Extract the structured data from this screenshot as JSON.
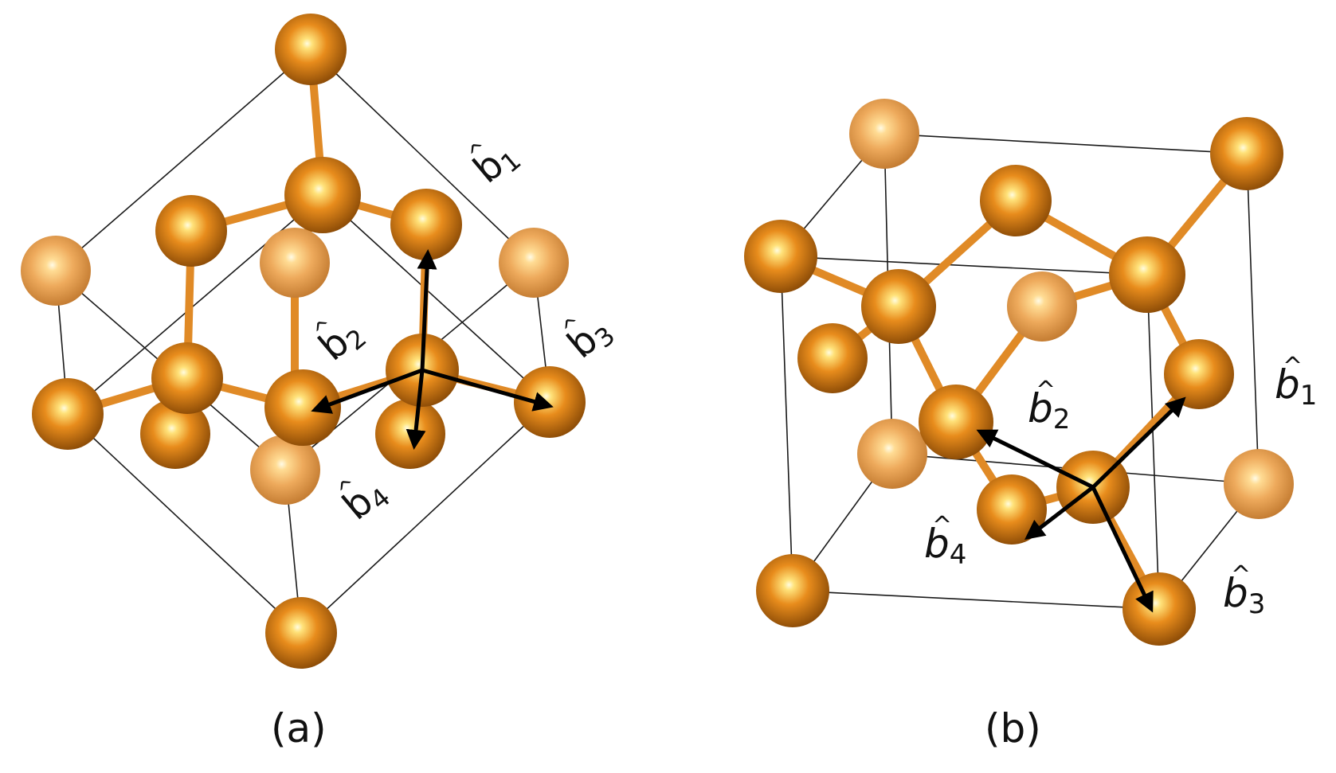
{
  "colors": {
    "atom_front": "#d4780f",
    "atom_back": "#e8a24c",
    "bond": "#e08a26",
    "cell_line": "#1a1a1a",
    "arrow": "#000000"
  },
  "panels": [
    {
      "id": "a",
      "caption": "(a)",
      "labels": [
        {
          "base": "b",
          "sub": "1"
        },
        {
          "base": "b",
          "sub": "2"
        },
        {
          "base": "b",
          "sub": "3"
        },
        {
          "base": "b",
          "sub": "4"
        }
      ]
    },
    {
      "id": "b",
      "caption": "(b)",
      "labels": [
        {
          "base": "b",
          "sub": "1"
        },
        {
          "base": "b",
          "sub": "2"
        },
        {
          "base": "b",
          "sub": "3"
        },
        {
          "base": "b",
          "sub": "4"
        }
      ]
    }
  ],
  "hat_glyph": "^"
}
